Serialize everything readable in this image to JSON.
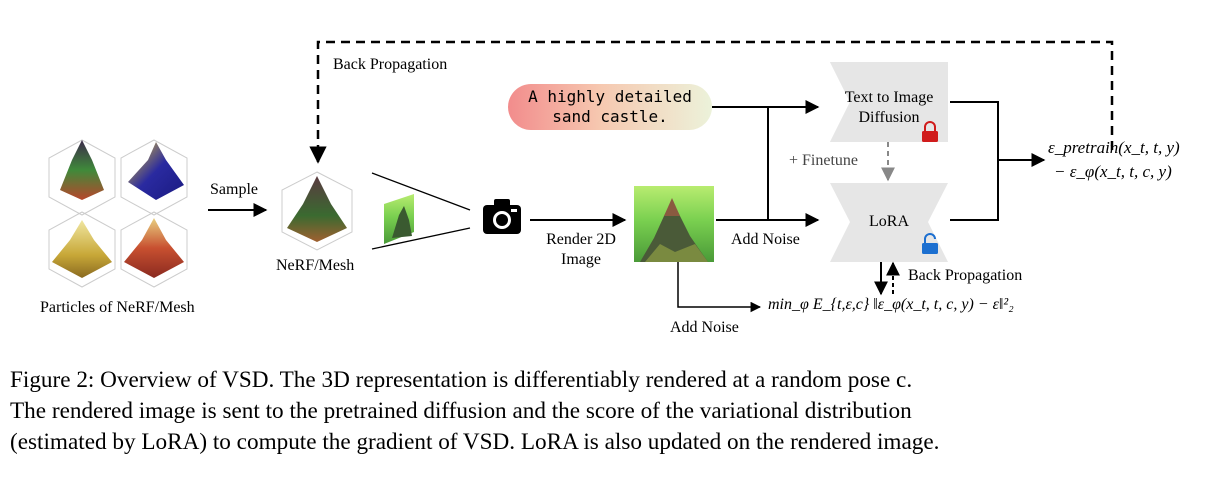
{
  "figure": {
    "back_propagation_top": "Back Propagation",
    "particles_label": "Particles of NeRF/Mesh",
    "sample_label": "Sample",
    "nerf_mesh_label": "NeRF/Mesh",
    "render_label_line1": "Render 2D",
    "render_label_line2": "Image",
    "add_noise_mid": "Add Noise",
    "add_noise_bottom": "Add Noise",
    "prompt_line1": "A highly detailed",
    "prompt_line2": "sand castle.",
    "text_to_image_line1": "Text to Image",
    "text_to_image_line2": "Diffusion",
    "finetune_label": "+ Finetune",
    "lora_label": "LoRA",
    "back_propagation_lora": "Back Propagation",
    "eps_pretrain_line1": "ε_pretrain(x_t, t, y)",
    "eps_pretrain_line2": "− ε_φ(x_t, t, c, y)",
    "loss_formula": "min_φ E_{t,ε,c} ‖ε_φ(x_t, t, c, y) − ε‖²₂",
    "colors": {
      "prompt_start": "#f28c8c",
      "prompt_end": "#ecf2da",
      "lock_red": "#d01c1c",
      "unlock_blue": "#1c6fd0",
      "finetune_gray": "#888888",
      "diffusion_box": "#e6e6e6"
    }
  },
  "caption": {
    "line1": "Figure 2:  Overview of VSD. The 3D representation is differentiably rendered at a random pose c.",
    "line2": "The rendered image is sent to the pretrained diffusion and the score of the variational distribution",
    "line3": "(estimated by LoRA) to compute the gradient of VSD. LoRA is also updated on the rendered image."
  }
}
